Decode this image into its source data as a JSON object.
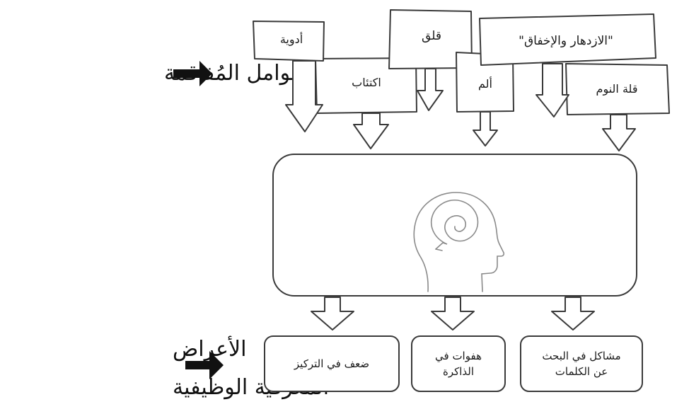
{
  "labels": {
    "triggers": "العوامل المُفاقمة",
    "symptoms_line1": "الأعراض",
    "symptoms_line2": "المعرفية الوظيفية"
  },
  "triggers": [
    {
      "id": "medication",
      "text": "أدوية"
    },
    {
      "id": "anxiety",
      "text": "قلق"
    },
    {
      "id": "boom-bust",
      "text": "\"الازدهار والإخفاق\""
    },
    {
      "id": "depression",
      "text": "اكتئاب"
    },
    {
      "id": "pain",
      "text": "ألم"
    },
    {
      "id": "poor-sleep",
      "text": "قلة النوم"
    }
  ],
  "symptoms": [
    {
      "id": "concentration",
      "text": "ضعف في التركيز"
    },
    {
      "id": "memory",
      "text": "هفوات في الذاكرة"
    },
    {
      "id": "word-finding",
      "text": "مشاكل في البحث عن الكلمات"
    }
  ],
  "center_icon": "head-spiral-icon",
  "colors": {
    "stroke": "#3a3a3a",
    "fill": "#ffffff",
    "arrow": "#111111"
  }
}
